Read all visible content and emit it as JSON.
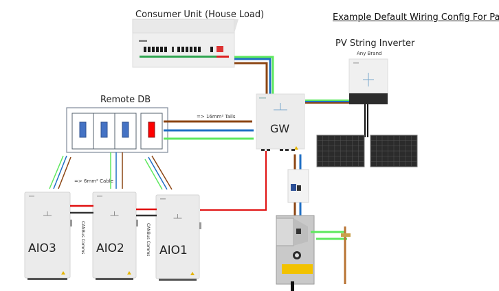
{
  "diagram": {
    "title": "Example Default Wiring Config For Parallel",
    "nodes": {
      "consumer_unit": {
        "label": "Consumer Unit (House Load)"
      },
      "pv_inverter": {
        "label": "PV String Inverter",
        "sublabel": "Any Brand"
      },
      "remote_db": {
        "label": "Remote DB"
      },
      "gateway": {
        "label": "GW"
      },
      "aio1": {
        "label": "AIO1"
      },
      "aio2": {
        "label": "AIO2"
      },
      "aio3": {
        "label": "AIO3"
      }
    },
    "annotations": {
      "tails": "=> 16mm² Tails",
      "cable": "=> 6mm² Cable",
      "canbus_1": "CANBus Comms",
      "canbus_2": "CANBus Comms"
    },
    "wire_colors": {
      "live": "#8B4513",
      "neutral": "#1f6fc4",
      "earth": "#5ee85e",
      "dc_positive": "#e01010",
      "dc_negative": "#333333",
      "pv_dc": "#111111"
    }
  }
}
